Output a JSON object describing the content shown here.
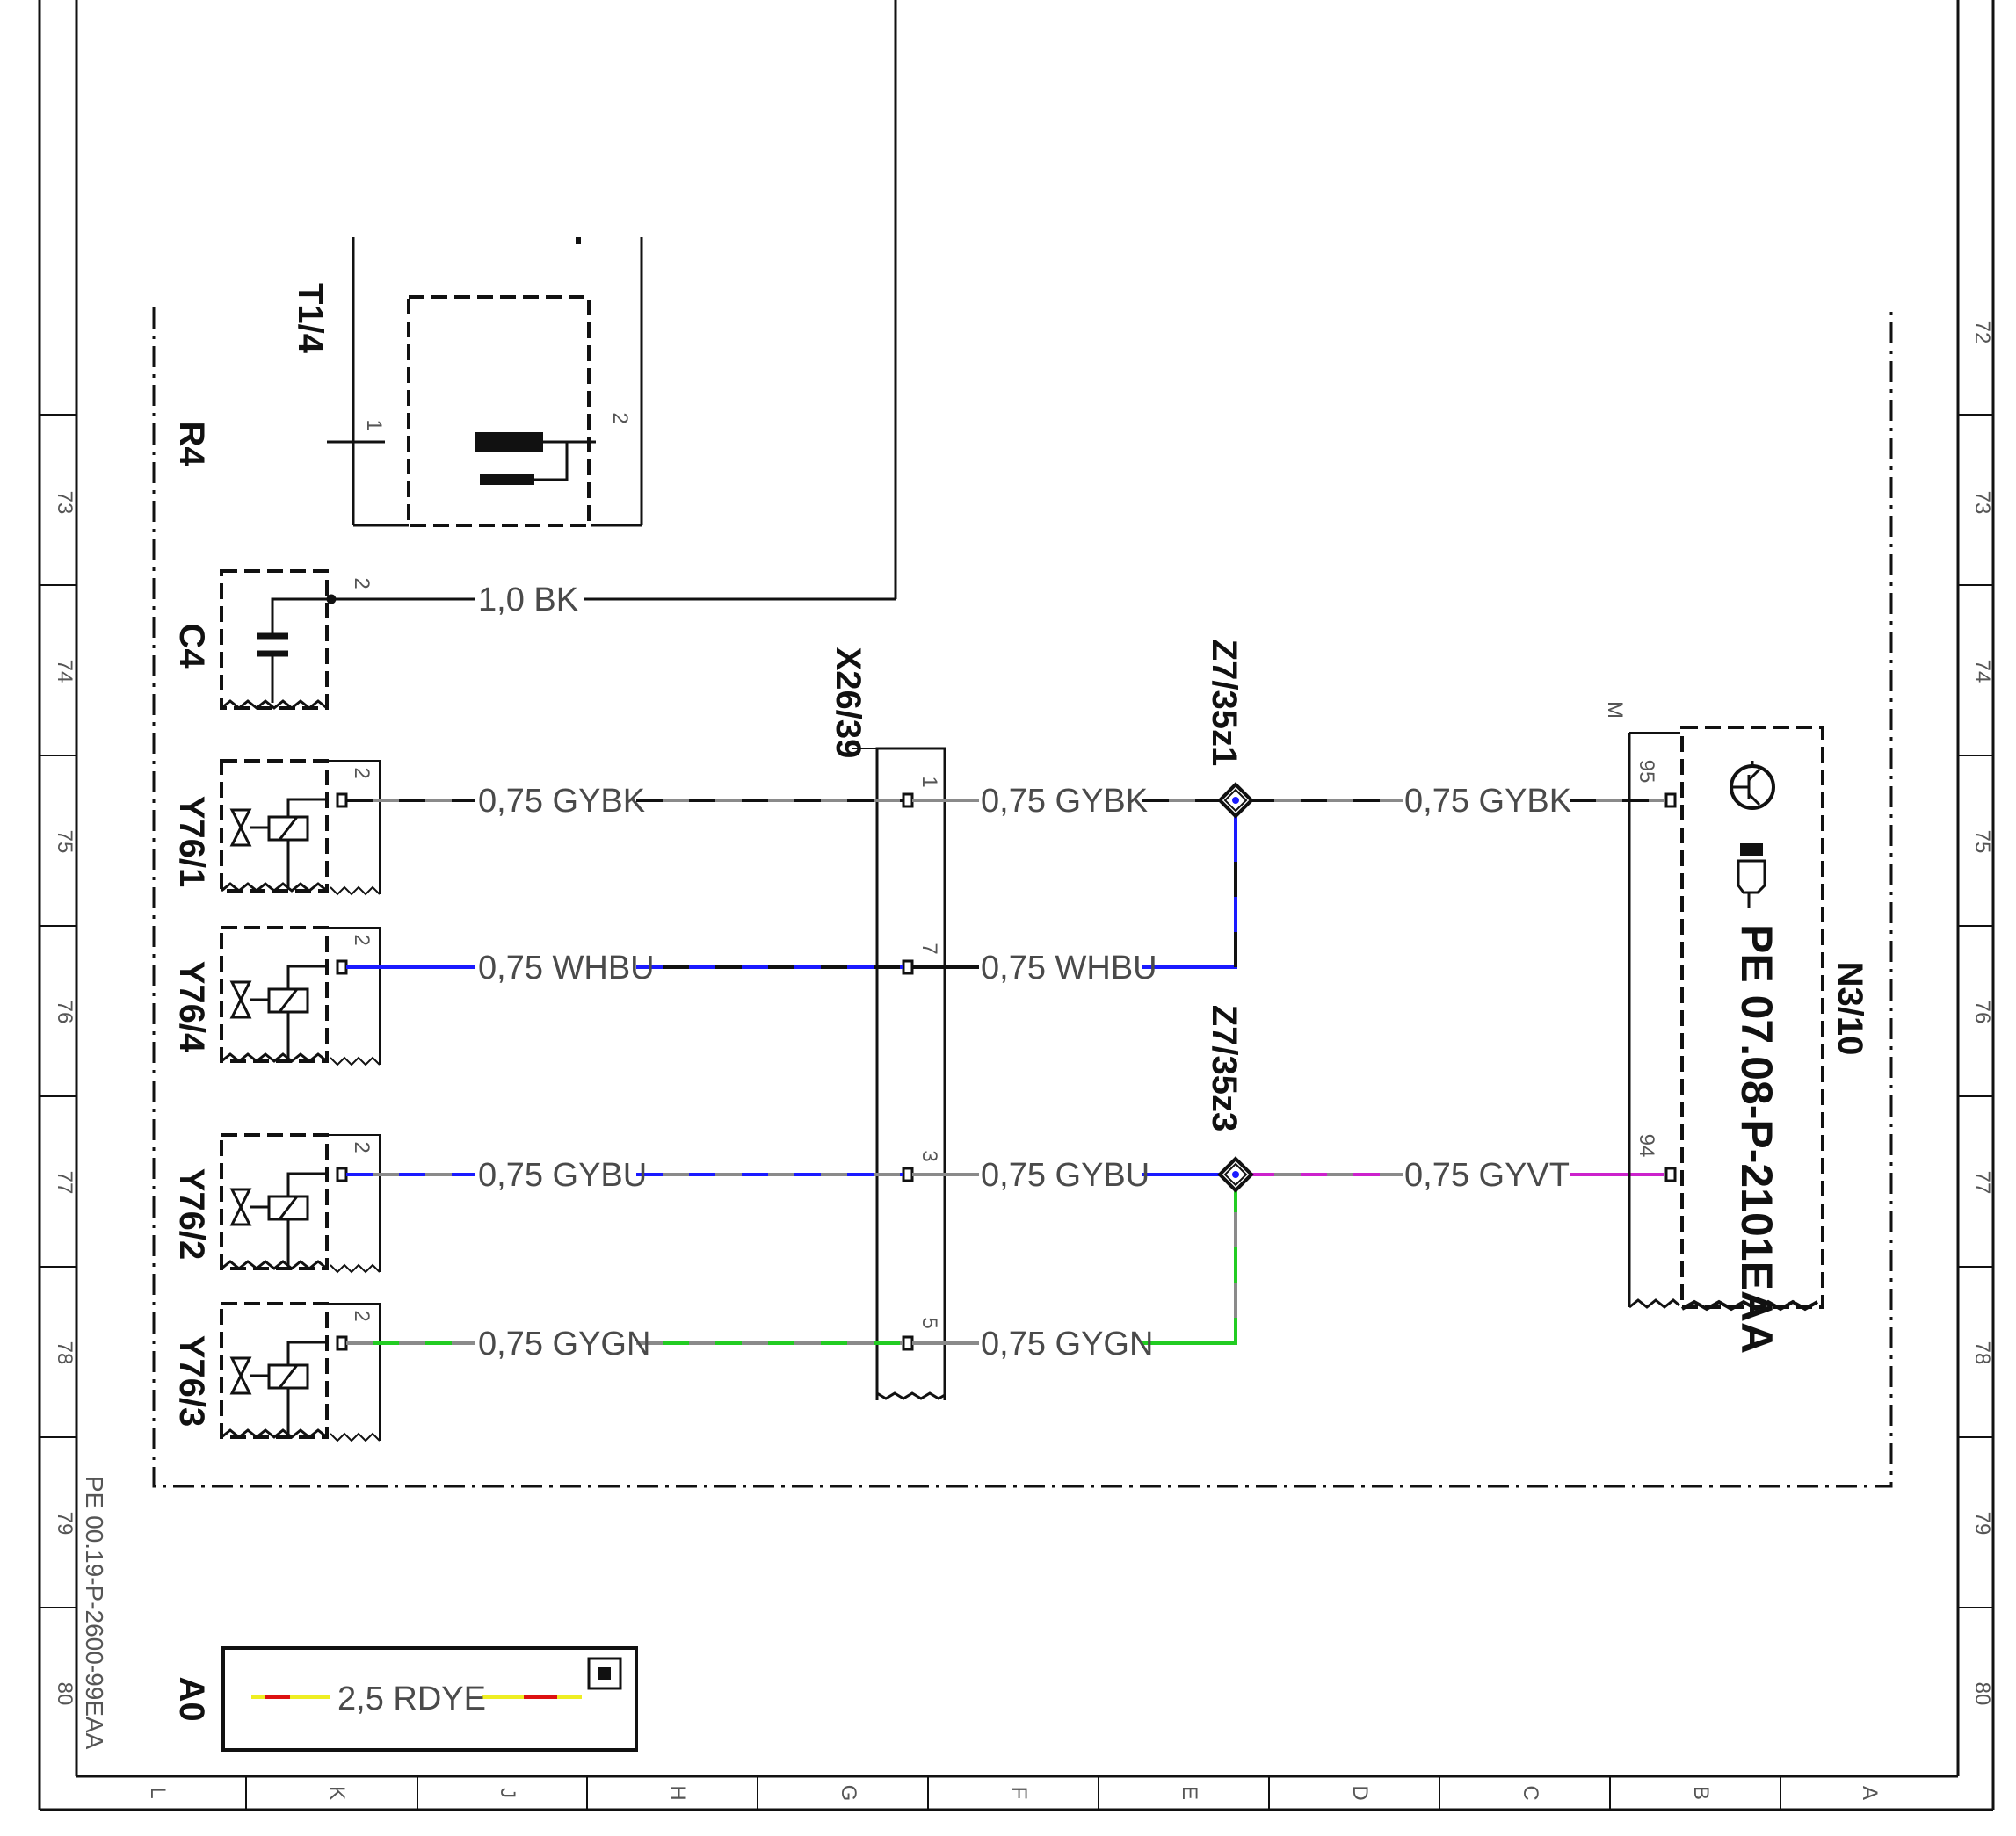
{
  "document_code": "PE 00.19-P-2600-99EAA",
  "row_numbers": [
    "72",
    "73",
    "74",
    "75",
    "76",
    "77",
    "78",
    "79",
    "80"
  ],
  "column_letters": [
    "L",
    "K",
    "J",
    "H",
    "G",
    "F",
    "E",
    "D",
    "C",
    "B",
    "A"
  ],
  "components": {
    "T1_4": "T1/4",
    "R4": "R4",
    "C4": "C4",
    "Y76_1": "Y76/1",
    "Y76_4": "Y76/4",
    "Y76_2": "Y76/2",
    "Y76_3": "Y76/3",
    "X26_39": "X26/39",
    "Z7_35z1": "Z7/35z1",
    "Z7_35z3": "Z7/35z3",
    "N3_10": "N3/10",
    "A0": "A0"
  },
  "cross_reference": "PE 07.08-P-2101EAA",
  "wires": {
    "c4_bk": "1,0 BK",
    "y761_left": "0,75 GYBK",
    "y761_mid": "0,75 GYBK",
    "y761_right": "0,75 GYBK",
    "y764_left": "0,75 WHBU",
    "y764_mid": "0,75 WHBU",
    "y762_left": "0,75 GYBU",
    "y762_mid": "0,75 GYBU",
    "gyvt_right": "0,75 GYVT",
    "y763_left": "0,75 GYGN",
    "y763_mid": "0,75 GYGN",
    "legend": "2,5 RDYE"
  },
  "pins": {
    "t14_pin1": "1",
    "t14_pin2": "2",
    "c4_pin": "2",
    "y761_pin": "2",
    "y764_pin": "2",
    "y762_pin": "2",
    "y763_pin": "2",
    "x2639_pin1": "1",
    "x2639_pin7": "7",
    "x2639_pin3": "3",
    "x2639_pin5": "5",
    "n310_pin95": "95",
    "n310_pin94": "94",
    "n310_m": "M"
  },
  "colors": {
    "black": "#111111",
    "gray": "#8a8a8a",
    "blue": "#1a1aff",
    "green": "#22cc22",
    "violet": "#cc22cc",
    "red": "#dd1111",
    "yellow": "#eeee22"
  },
  "icons": [
    "transistor-icon",
    "manual-reference-icon",
    "info-icon",
    "solenoid-valve-icon",
    "capacitor-icon",
    "resistor-icon"
  ]
}
